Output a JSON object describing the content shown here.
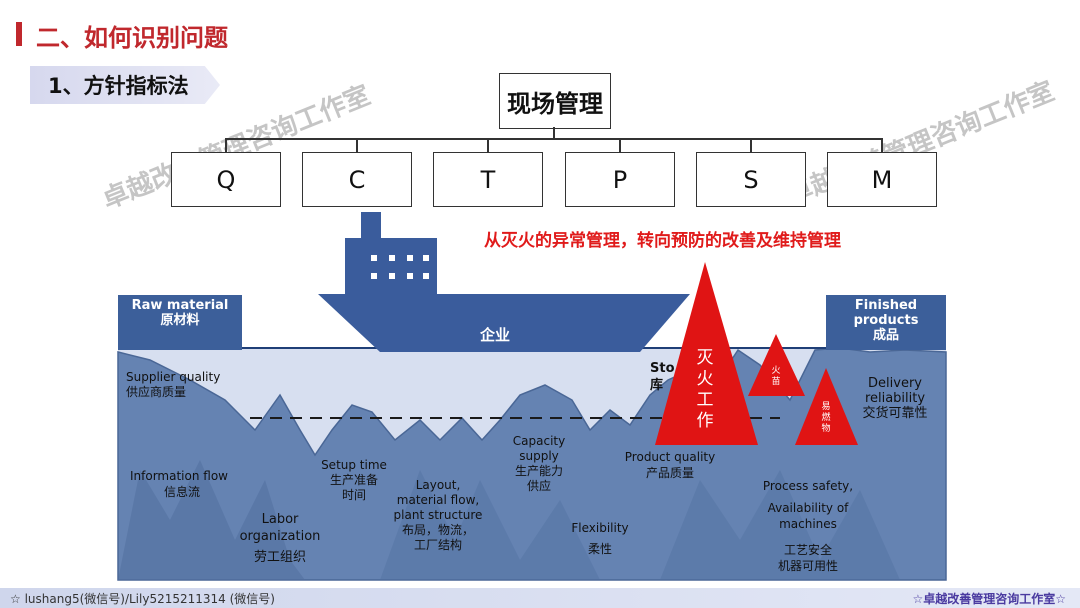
{
  "header": {
    "title": "二、如何识别问题"
  },
  "subtitle": {
    "label": "1、方针指标法"
  },
  "tree": {
    "root": "现场管理",
    "children": [
      "Q",
      "C",
      "T",
      "P",
      "S",
      "M"
    ]
  },
  "red_note": "从灭火的异常管理，转向预防的改善及维持管理",
  "watermark": "卓越改善管理咨询工作室",
  "ship": {
    "label": "企业"
  },
  "raw_material": {
    "en": "Raw material",
    "zh": "原材料"
  },
  "finished": {
    "en": "Finished products",
    "zh": "成品"
  },
  "rocks": {
    "supplier": {
      "en": "Supplier quality",
      "zh": "供应商质量"
    },
    "information": {
      "en": "Information flow",
      "zh": "信息流"
    },
    "labor": {
      "en": "Labor organization",
      "zh": "劳工组织"
    },
    "setup": {
      "en": "Setup time",
      "zh1": "生产准备",
      "zh2": "时间"
    },
    "layout": {
      "en1": "Layout,",
      "en2": "material flow,",
      "en3": "plant structure",
      "zh1": "布局，物流，",
      "zh2": "工厂结构"
    },
    "capacity": {
      "en": "Capacity supply",
      "zh1": "生产能力",
      "zh2": "供应"
    },
    "flexibility": {
      "en": "Flexibility",
      "zh": "柔性"
    },
    "product_quality": {
      "en": "Product quality",
      "zh": "产品质量"
    },
    "stock": {
      "en": "Sto",
      "zh": "库"
    },
    "process": {
      "en": "Process safety,",
      "en2": "Availability of",
      "en3": "machines",
      "zh1": "工艺安全",
      "zh2": "机器可用性"
    },
    "delivery": {
      "en": "Delivery",
      "en2": "reliability",
      "zh": "交货可靠性"
    }
  },
  "triangles": {
    "big": "灭火工作",
    "mid": "火苗",
    "small": "易燃物"
  },
  "footer": {
    "left": "☆ lushang5(微信号)/Lily5215211314 (微信号)",
    "right": "☆卓越改善管理咨询工作室☆"
  },
  "colors": {
    "accent_red": "#c0282d",
    "note_red": "#e01b1b",
    "rock_blue": "#5f7fae",
    "ship_blue": "#3a5c9c",
    "water_line": "#1f3f77"
  }
}
